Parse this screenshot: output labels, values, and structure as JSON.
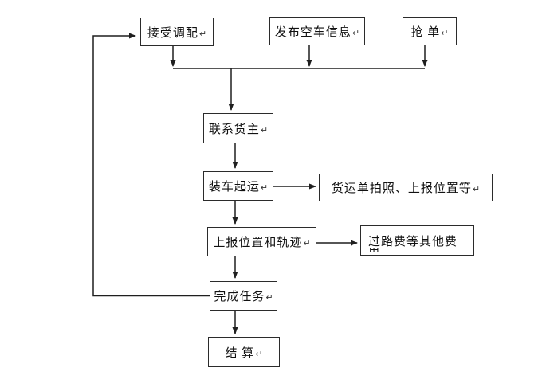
{
  "diagram": {
    "type": "flowchart",
    "language": "zh-CN",
    "colors": {
      "background": "#ffffff",
      "line": "#1f1f1f",
      "box_border": "#2b2b2b",
      "text": "#111111"
    },
    "return_mark": "↵",
    "nodes": {
      "accept": {
        "label": "接受调配",
        "return_mark": "↵"
      },
      "publish": {
        "label": "发布空车信息",
        "return_mark": "↵"
      },
      "grab": {
        "label": "抢 单",
        "return_mark": "↵"
      },
      "contact": {
        "label": "联系货主",
        "return_mark": "↵"
      },
      "load": {
        "label": "装车起运",
        "return_mark": "↵"
      },
      "photo": {
        "label": "货运单拍照、上报位置等",
        "return_mark": "↵"
      },
      "report": {
        "label": "上报位置和轨迹",
        "return_mark": "↵"
      },
      "tolls": {
        "label": "过路费等其他费",
        "clipped_overflow_text": "用"
      },
      "complete": {
        "label": "完成任务",
        "return_mark": "↵"
      },
      "settle": {
        "label": "结 算",
        "return_mark": "↵"
      }
    },
    "edges": [
      {
        "from": "accept",
        "to": "merge-line"
      },
      {
        "from": "publish",
        "to": "merge-line"
      },
      {
        "from": "grab",
        "to": "merge-line"
      },
      {
        "from": "merge-line",
        "to": "contact"
      },
      {
        "from": "contact",
        "to": "load"
      },
      {
        "from": "load",
        "to": "photo"
      },
      {
        "from": "load",
        "to": "report"
      },
      {
        "from": "report",
        "to": "tolls"
      },
      {
        "from": "report",
        "to": "complete"
      },
      {
        "from": "complete",
        "to": "settle"
      },
      {
        "from": "complete",
        "to": "accept",
        "style": "loop-back-left"
      }
    ]
  }
}
